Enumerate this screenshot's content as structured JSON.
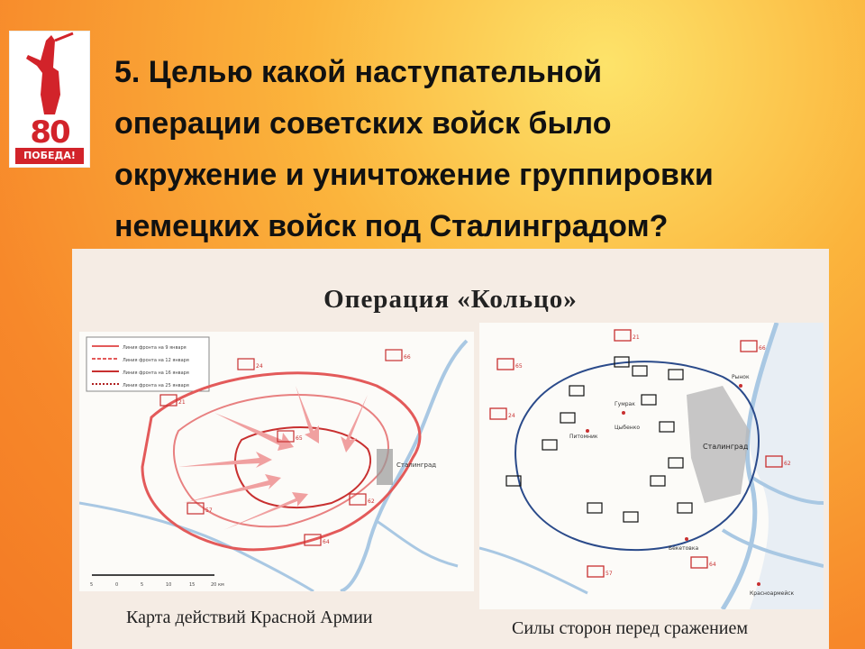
{
  "logo": {
    "number": "80",
    "word": "ПОБЕДА!"
  },
  "slide": {
    "title_lines": [
      "5. Целью какой наступательной",
      "операции советских войск было",
      "окружение и уничтожение группировки",
      "немецких войск под Сталинградом?"
    ]
  },
  "figure": {
    "title": "Операция «Кольцо»",
    "left_caption": "Карта действий Красной Армии",
    "right_caption": "Силы сторон перед сражением",
    "left_map": {
      "city_label": "Сталинград",
      "legend": [
        "Линия фронта на 9 января",
        "Линия фронта на 12 января",
        "Линия фронта на 16 января",
        "Линия фронта на 25 января"
      ],
      "army_numbers": [
        "24",
        "65",
        "66",
        "21",
        "57",
        "64",
        "62"
      ],
      "scale_labels": [
        "5",
        "0",
        "5",
        "10",
        "15",
        "20 км"
      ]
    },
    "right_map": {
      "city_label": "Сталинград",
      "army_numbers": [
        "21",
        "65",
        "24",
        "66",
        "57",
        "64",
        "62"
      ],
      "places": [
        "Гумрак",
        "Питомник",
        "Цыбенко",
        "Рынок",
        "Бекетовка",
        "Красноармейск"
      ]
    }
  }
}
